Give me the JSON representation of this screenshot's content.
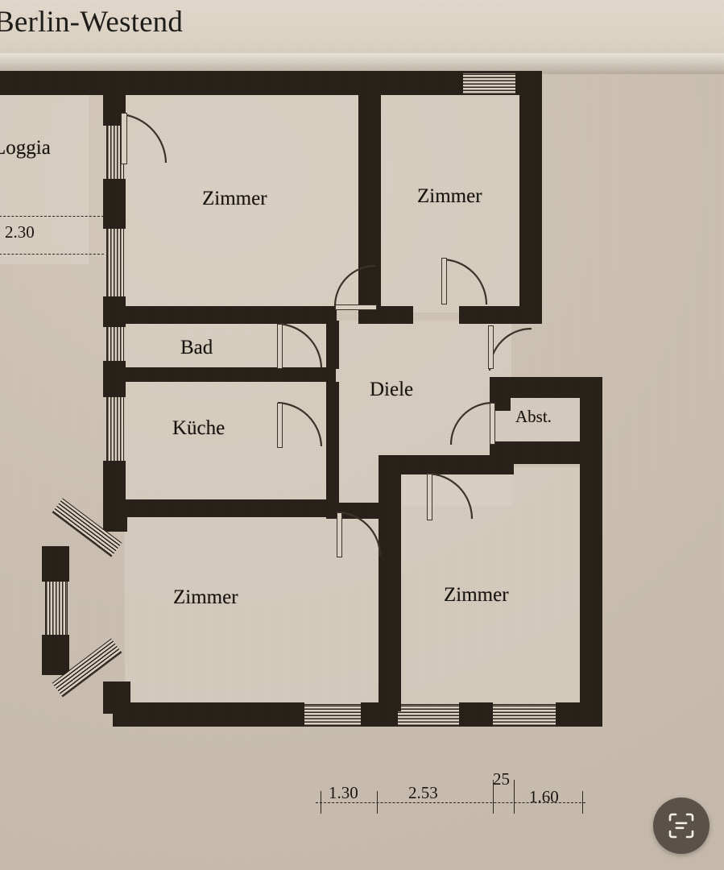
{
  "document": {
    "title": "Berlin-Westend",
    "type": "architectural-floor-plan",
    "language": "de"
  },
  "rooms": [
    {
      "id": "loggia",
      "label": "Loggia",
      "position": "top-left-edge"
    },
    {
      "id": "zimmer-top-left",
      "label": "Zimmer",
      "position": "top-left"
    },
    {
      "id": "zimmer-top-right",
      "label": "Zimmer",
      "position": "top-right"
    },
    {
      "id": "bad",
      "label": "Bad",
      "position": "mid-left"
    },
    {
      "id": "kueche",
      "label": "Küche",
      "position": "mid-left-lower"
    },
    {
      "id": "diele",
      "label": "Diele",
      "position": "center"
    },
    {
      "id": "abstellraum",
      "label": "Abst.",
      "position": "mid-right"
    },
    {
      "id": "zimmer-bottom-left",
      "label": "Zimmer",
      "position": "bottom-left"
    },
    {
      "id": "zimmer-bottom-right",
      "label": "Zimmer",
      "position": "bottom-right"
    }
  ],
  "dimensions": {
    "left": {
      "value": "2.30",
      "orientation": "horizontal"
    },
    "bottom": [
      {
        "value": "1.30"
      },
      {
        "value": "2.53"
      },
      {
        "value": "25"
      },
      {
        "value": "1.60"
      }
    ]
  },
  "controls": {
    "scan_button": {
      "icon": "live-text-scan-icon",
      "label": ""
    }
  },
  "colors": {
    "paper": "#cdc2b4",
    "wall": "#262019",
    "ink": "#14110d",
    "fab": "#5a5249"
  }
}
